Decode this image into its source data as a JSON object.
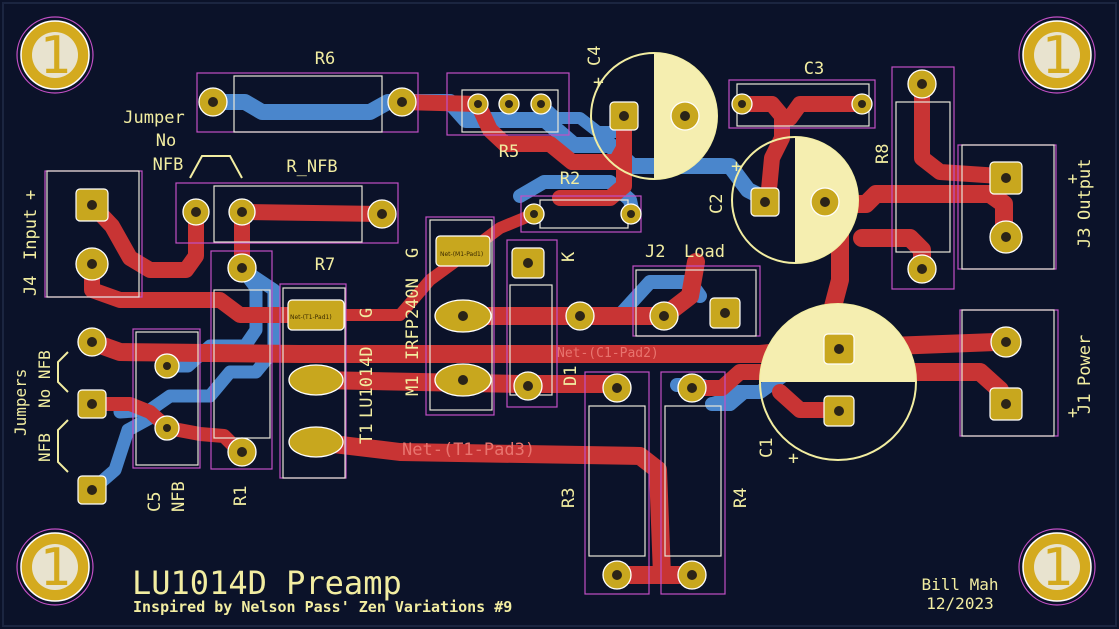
{
  "board": {
    "title": "LU1014D Preamp",
    "subtitle": "Inspired by Nelson Pass' Zen Variations #9",
    "author": "Bill Mah",
    "date": "12/2023",
    "mounting_hole_label": "1"
  },
  "colors": {
    "board": "#0b1229",
    "front_copper": "#c83434",
    "back_copper": "#4a86cc",
    "pad": "#c8a71e",
    "silkscreen": "#f2eda1",
    "courtyard": "#c24fc5"
  },
  "refs": {
    "R6": "R6",
    "R5": "R5",
    "R2": "R2",
    "R7": "R7",
    "R_NFB": "R_NFB",
    "R1": "R1",
    "R3": "R3",
    "R4": "R4",
    "R8": "R8",
    "C1": "C1",
    "C2": "C2",
    "C3": "C3",
    "C4": "C4",
    "C5": "C5",
    "D1": "D1",
    "M1": "M1",
    "T1": "T1",
    "J1": "J1",
    "J2": "J2",
    "J3": "J3",
    "J4": "J4"
  },
  "values": {
    "M1": "IRFP240N",
    "T1": "LU1014D",
    "J1": "Power",
    "J2": "Load",
    "J3": "Output",
    "J4": "Input"
  },
  "pins": {
    "G": "G",
    "K": "K",
    "plus": "+"
  },
  "jumpers": {
    "top_line1": "Jumper",
    "top_line2": "No",
    "top_line3": "NFB",
    "left_title": "Jumpers",
    "left_no_nfb": "No NFB",
    "left_nfb": "NFB",
    "c5_nfb": "NFB"
  },
  "nets": {
    "c1_pad2": "Net-(C1-Pad2)",
    "t1_pad3": "Net-(T1-Pad3)"
  },
  "pad_texts": {
    "m1": "Net-(M1-Pad1)",
    "t1": "Net-(T1-Pad1)"
  }
}
